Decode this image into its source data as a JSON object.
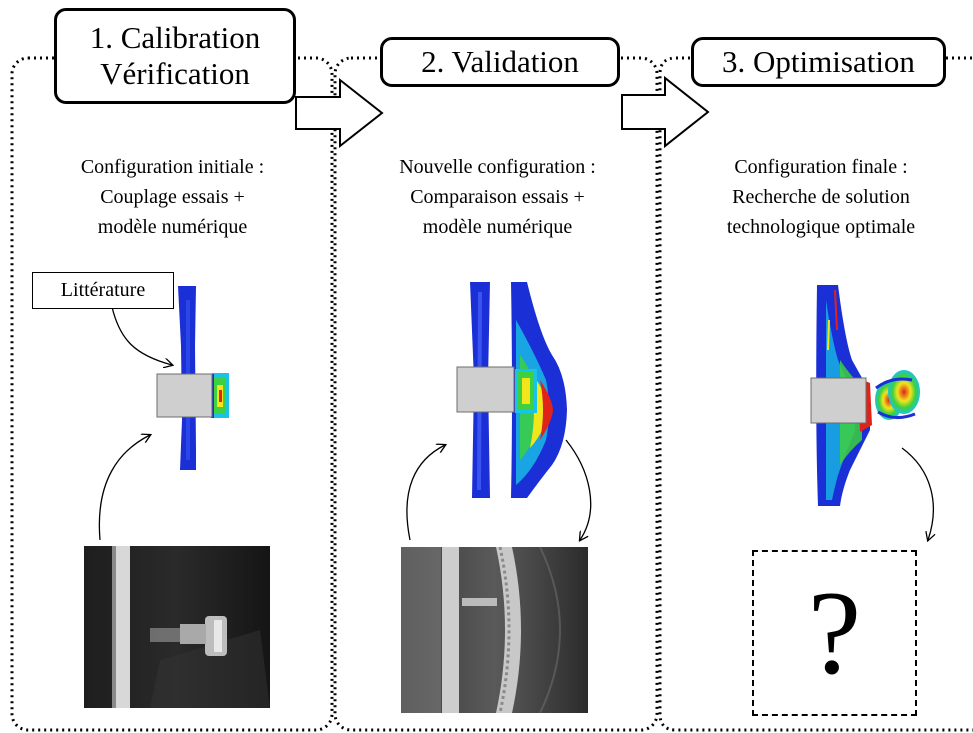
{
  "steps": [
    {
      "line1": "1. Calibration",
      "line2": "Vérification"
    },
    {
      "label": "2. Validation"
    },
    {
      "label": "3. Optimisation"
    }
  ],
  "panels": [
    {
      "line1": "Configuration initiale :",
      "line2": "Couplage essais +",
      "line3": "modèle numérique"
    },
    {
      "line1": "Nouvelle configuration :",
      "line2": "Comparaison essais +",
      "line3": "modèle numérique"
    },
    {
      "line1": "Configuration finale :",
      "line2": "Recherche de solution",
      "line3": "technologique optimale"
    }
  ],
  "literature_label": "Littérature",
  "unknown_symbol": "?",
  "colors": {
    "fea_blue": "#1a2fd6",
    "fea_cyan": "#19c3e6",
    "fea_green": "#3ed03e",
    "fea_yellow": "#f2e51c",
    "fea_red": "#e0231a",
    "block_grey": "#cfcfcf"
  }
}
